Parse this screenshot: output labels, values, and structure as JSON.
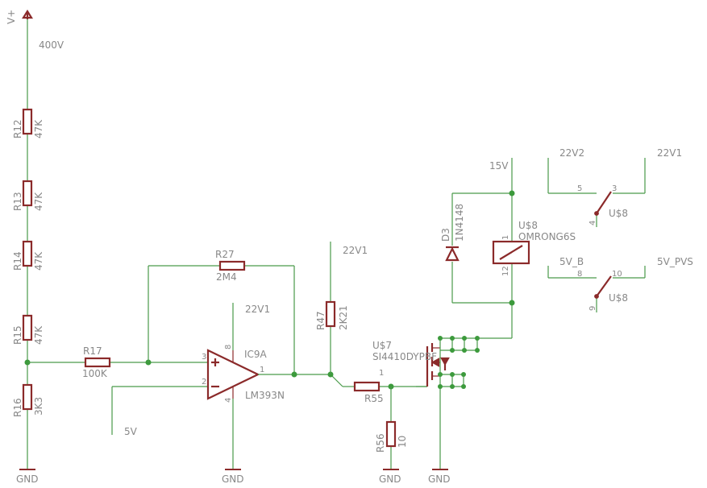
{
  "nets": {
    "vplus": "V+",
    "v400": "400V",
    "v22_opamp": "22V1",
    "v22_r47": "22V1",
    "v5": "5V",
    "v15": "15V",
    "gnd": "GND",
    "relay_top_left": "22V2",
    "relay_top_right": "22V1",
    "relay_bot_left": "5V_B",
    "relay_bot_right": "5V_PVS"
  },
  "resistors": {
    "r12": {
      "name": "R12",
      "value": "47K"
    },
    "r13": {
      "name": "R13",
      "value": "47K"
    },
    "r14": {
      "name": "R14",
      "value": "47K"
    },
    "r15": {
      "name": "R15",
      "value": "47K"
    },
    "r16": {
      "name": "R16",
      "value": "3K3"
    },
    "r17": {
      "name": "R17",
      "value": "100K"
    },
    "r27": {
      "name": "R27",
      "value": "2M4"
    },
    "r47": {
      "name": "R47",
      "value": "2K21"
    },
    "r55": {
      "name": "R55",
      "value": ""
    },
    "r56": {
      "name": "R56",
      "value": "10"
    }
  },
  "opamp": {
    "name": "IC9A",
    "part": "LM393N",
    "pin_inp": "3",
    "pin_inn": "2",
    "pin_out": "1",
    "pin_vcc": "8",
    "pin_gnd": "4"
  },
  "mosfet": {
    "name": "U$7",
    "part": "SI4410DYPBF",
    "gate_pin": "1"
  },
  "diode": {
    "name": "D3",
    "part": "1N4148"
  },
  "relay": {
    "name": "U$8",
    "part": "OMRONG6S",
    "pin1": "1",
    "pin12": "12"
  },
  "switch_a": {
    "name": "U$8",
    "pin_common": "4",
    "pin_a": "5",
    "pin_b": "3"
  },
  "switch_b": {
    "name": "U$8",
    "pin_common": "9",
    "pin_a": "8",
    "pin_b": "10"
  }
}
